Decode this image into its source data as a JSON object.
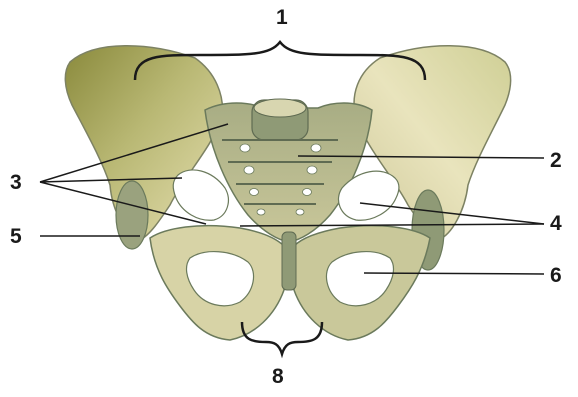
{
  "labels": {
    "one": "1",
    "two": "2",
    "three": "3",
    "four": "4",
    "five": "5",
    "six": "6",
    "eight": "8"
  },
  "colors": {
    "bone_light": "#e8e2b4",
    "bone_mid": "#cfcf95",
    "bone_shadow": "#8f9a76",
    "bone_dark": "#6b7a5c",
    "olive": "#8a8a3c",
    "leader_line": "#1a1a1a"
  }
}
